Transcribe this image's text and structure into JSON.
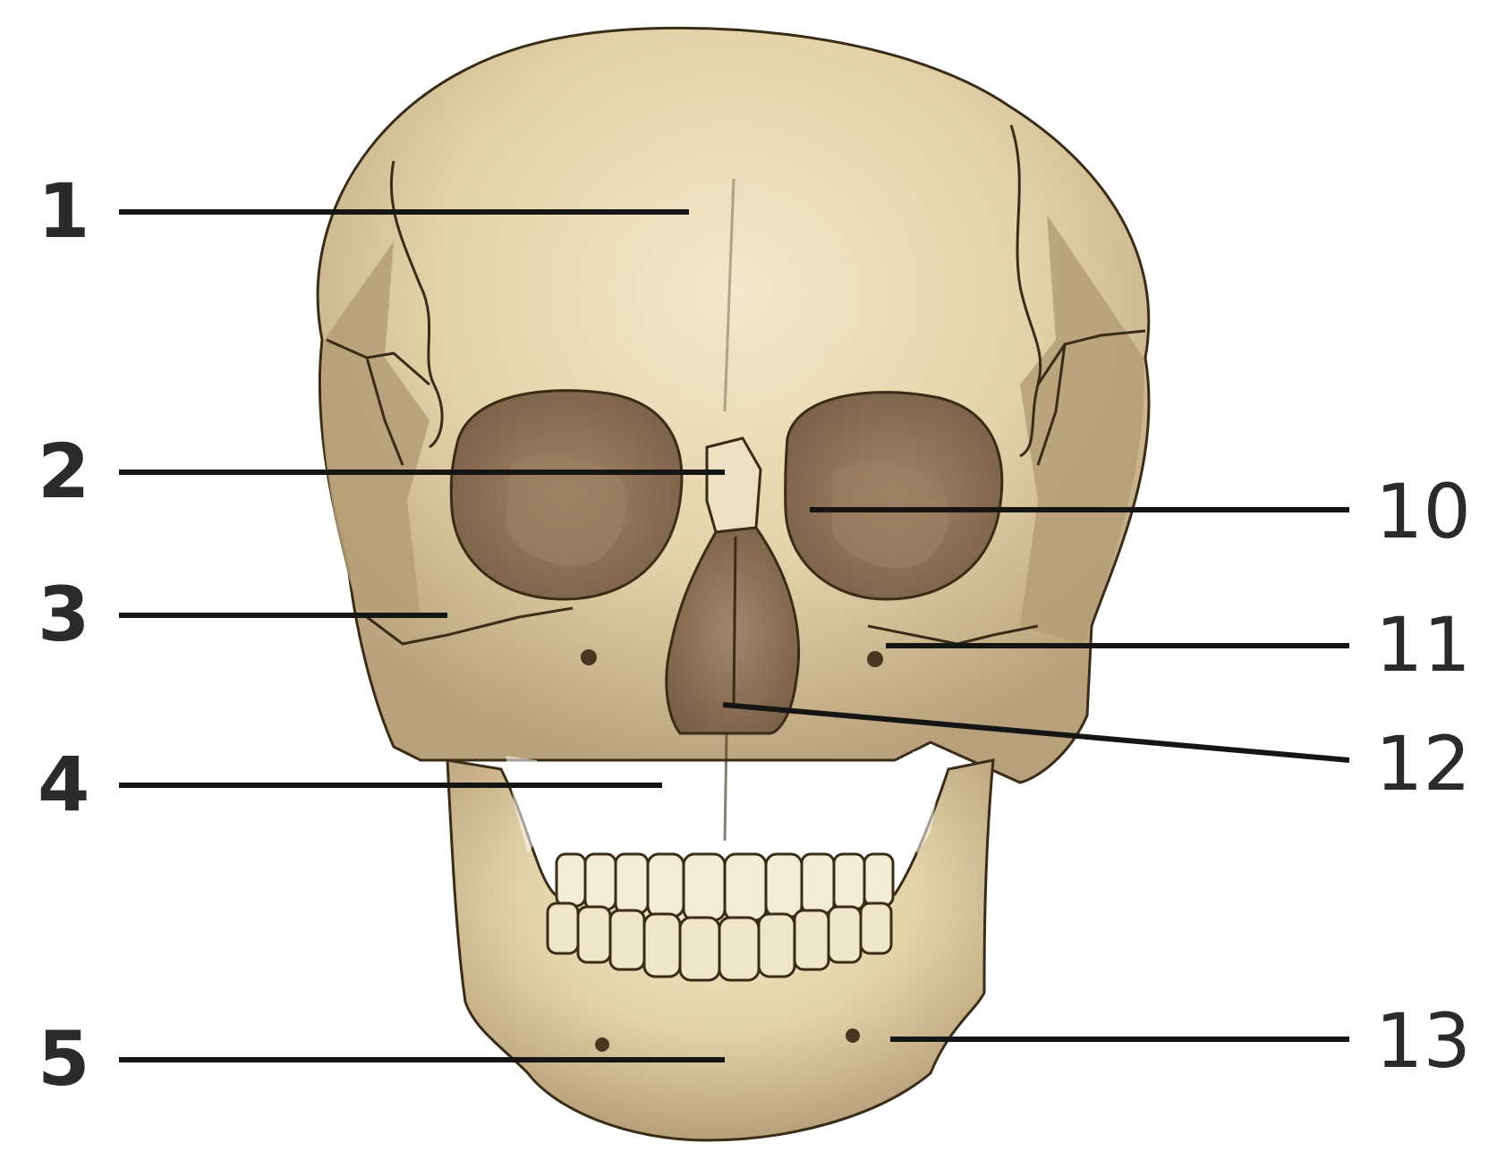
{
  "labels": {
    "left": [
      "1",
      "2",
      "3",
      "4",
      "5"
    ],
    "right": [
      "10",
      "11",
      "12",
      "13"
    ]
  },
  "colors": {
    "bone": "#e9dcb6",
    "bone_shadow": "#b39a72",
    "cavity": "#8c6f52",
    "outline": "#3b2c18",
    "leader": "#151515"
  }
}
